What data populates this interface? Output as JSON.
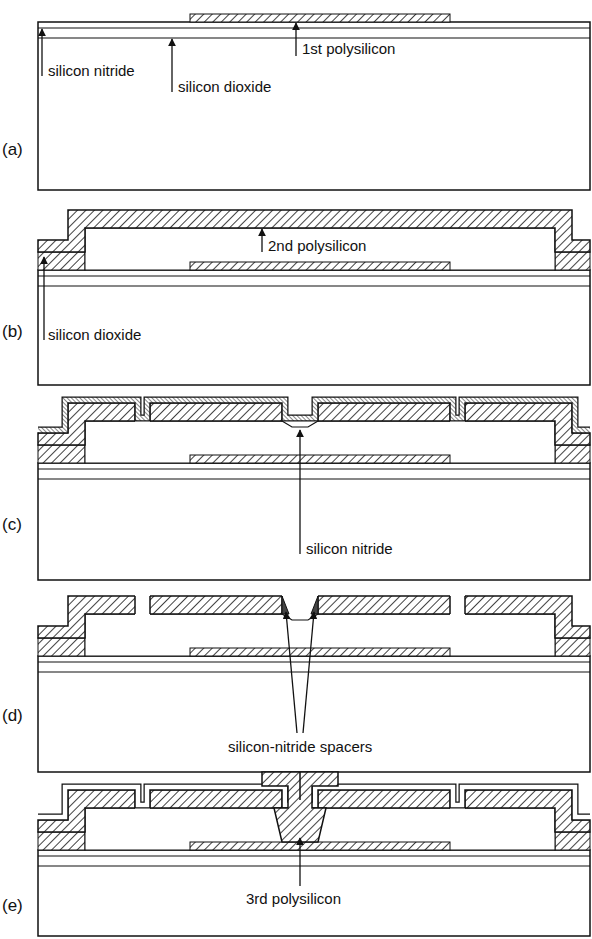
{
  "diagram": {
    "labels": [
      "(a)",
      "silicon nitride",
      "silicon dioxide",
      "1st polysilicon",
      "(b)",
      "silicon dioxide",
      "2nd polysilicon",
      "(c)",
      "silicon nitride",
      "(d)",
      "silicon-nitride spacers",
      "(e)",
      "3rd polysilicon"
    ]
  }
}
